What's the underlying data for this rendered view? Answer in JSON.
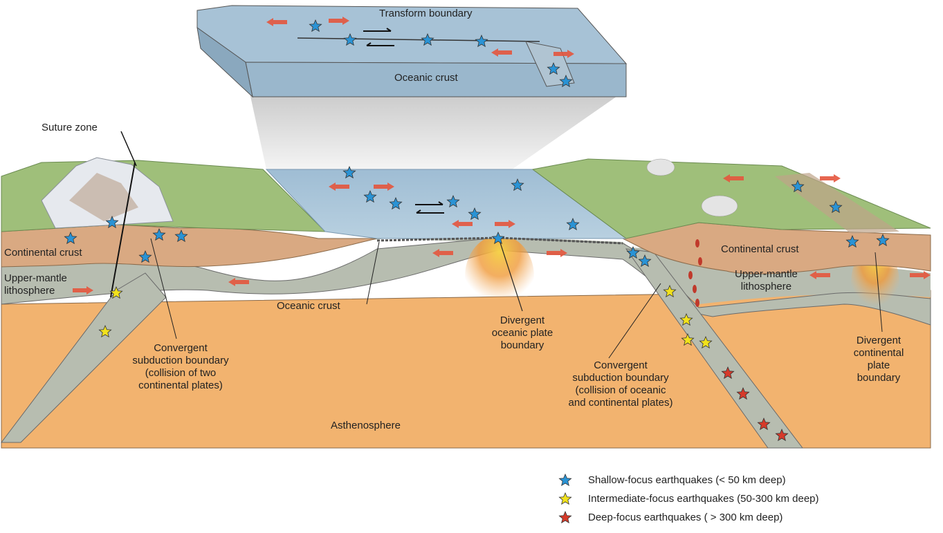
{
  "labels": {
    "transform_boundary": "Transform boundary",
    "oceanic_crust_inset": "Oceanic crust",
    "suture_zone": "Suture zone",
    "continental_crust_left": "Continental crust",
    "continental_crust_right": "Continental crust",
    "upper_mantle_left": "Upper-mantle\nlithosphere",
    "upper_mantle_right": "Upper-mantle\nlithosphere",
    "oceanic_crust_main": "Oceanic crust",
    "divergent_oceanic": "Divergent\noceanic plate\nboundary",
    "convergent_continental": "Convergent\nsubduction boundary\n(collision of two\ncontinental plates)",
    "convergent_oceanic": "Convergent\nsubduction boundary\n(collision of oceanic\nand continental plates)",
    "divergent_continental": "Divergent\ncontinental\nplate\nboundary",
    "asthenosphere": "Asthenosphere"
  },
  "legend": [
    {
      "label": "Shallow-focus earthquakes (< 50 km deep)",
      "color": "#2a93d5"
    },
    {
      "label": "Intermediate-focus earthquakes (50-300 km deep)",
      "color": "#f2e21c"
    },
    {
      "label": "Deep-focus earthquakes ( > 300 km deep)",
      "color": "#d63a2a"
    }
  ],
  "colors": {
    "asthenosphere": "#f2b36f",
    "lithosphere": "#b7bdb0",
    "continental_crust": "#d9a982",
    "ocean": "#a9c7dc",
    "land": "#9fbf7a"
  }
}
